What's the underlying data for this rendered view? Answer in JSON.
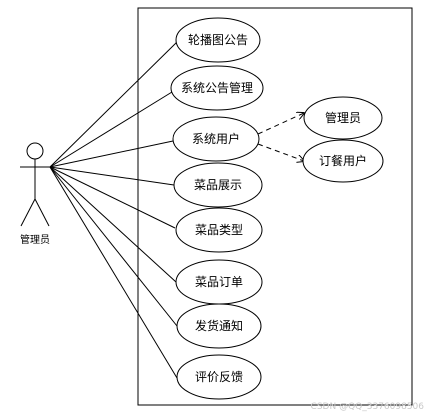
{
  "actor": {
    "label": "管理员"
  },
  "use_cases": [
    {
      "id": "uc1",
      "label": "轮播图公告"
    },
    {
      "id": "uc2",
      "label": "系统公告管理"
    },
    {
      "id": "uc3",
      "label": "系统用户"
    },
    {
      "id": "uc4",
      "label": "菜品展示"
    },
    {
      "id": "uc5",
      "label": "菜品类型"
    },
    {
      "id": "uc6",
      "label": "菜品订单"
    },
    {
      "id": "uc7",
      "label": "发货通知"
    },
    {
      "id": "uc8",
      "label": "评价反馈"
    }
  ],
  "sub_use_cases": [
    {
      "id": "sub1",
      "label": "管理员"
    },
    {
      "id": "sub2",
      "label": "订餐用户"
    }
  ],
  "watermark": "CSDN @QQ_3376098506",
  "colors": {
    "line": "#000000",
    "background": "#ffffff",
    "watermark": "#c8c8c8"
  }
}
